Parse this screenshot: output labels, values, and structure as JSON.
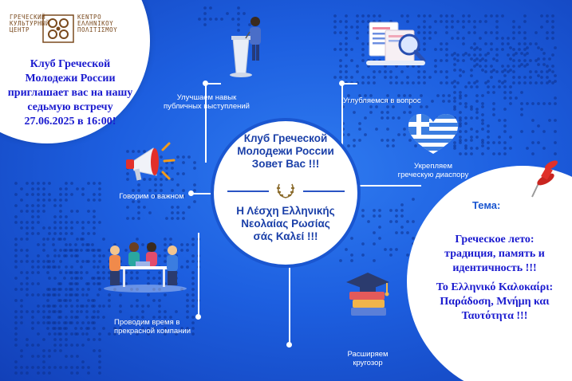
{
  "logo": {
    "left_text": [
      "ГРЕЧЕСКИЙ",
      "КУЛЬТУРНЫЙ",
      "ЦЕНТР"
    ],
    "right_text": [
      "ΚΕΝΤΡΟ",
      "ΕΛΛΗΝΙΚΟΥ",
      "ΠΟΛΙΤΙΣΜΟΥ"
    ]
  },
  "invitation": {
    "lines": [
      "Клуб Греческой",
      "Молодежи России",
      "приглашает вас на нашу",
      "седьмую встречу",
      "27.06.2025 в 16:00!"
    ]
  },
  "center": {
    "ru_lines": [
      "Клуб Греческой",
      "Молодежи России",
      "Зовет Вас !!!"
    ],
    "gr_lines": [
      "Η Λέσχη Ελληνικής",
      "Νεολαίας Ρωσίας",
      "σάς Καλεί !!!"
    ]
  },
  "activities": {
    "speaking": [
      "Улучшаем навык",
      "публичных выступлений"
    ],
    "deepen": [
      "Углубляемся в вопрос"
    ],
    "diaspora": [
      "Укрепляем",
      "греческую диаспору"
    ],
    "important": [
      "Говорим о важном"
    ],
    "company": [
      "Проводим время в",
      "прекрасной компании"
    ],
    "horizons": [
      "Расширяем",
      "кругозор"
    ]
  },
  "topic": {
    "label": "Тема:",
    "ru_lines": [
      "Греческое лето:",
      "традиция, память и",
      "идентичность !!!"
    ],
    "gr_lines": [
      "Το Ελληνικό Καλοκαίρι:",
      "Παράδοση, Μνήμη και",
      "Ταυτότητα !!!"
    ]
  },
  "colors": {
    "background": "#1d5fe0",
    "accent_text": "#1a1acf",
    "center_text": "#1a3fa8",
    "logo": "#7a4a1e",
    "pin": "#e0302a"
  }
}
